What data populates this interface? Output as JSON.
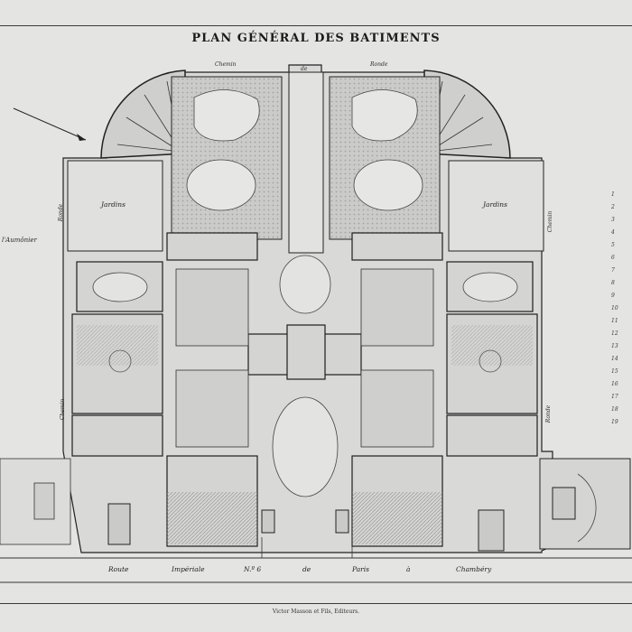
{
  "title": "PLAN GÉNÉRAL DES BATIMENTS",
  "top_road": {
    "left": "Chemin",
    "de": "de",
    "right": "Ronde"
  },
  "gardens": {
    "left": "Jardins",
    "right": "Jardins"
  },
  "left_margin_label": "l'Aumônier",
  "side_roads": {
    "left": "Ronde",
    "left_lower": "Chemin",
    "right": "Chemin",
    "right_lower": "Ronde"
  },
  "bottom_road": {
    "part1": "Route",
    "part2": "Impériale",
    "part3": "N.º 6",
    "part4": "de",
    "part5": "Paris",
    "part6": "à",
    "part7": "Chambéry"
  },
  "publisher": "Victor Masson et Fils, Editeurs.",
  "legend_numbers": [
    "1",
    "2",
    "3",
    "4",
    "5",
    "6",
    "7",
    "8",
    "9",
    "10",
    "11",
    "12",
    "13",
    "14",
    "15",
    "16",
    "17",
    "18",
    "19"
  ],
  "colors": {
    "paper": "#e4e4e2",
    "ink": "#1e1e1e",
    "garden": "#cfcfcd",
    "hatch": "#9a9a98"
  }
}
